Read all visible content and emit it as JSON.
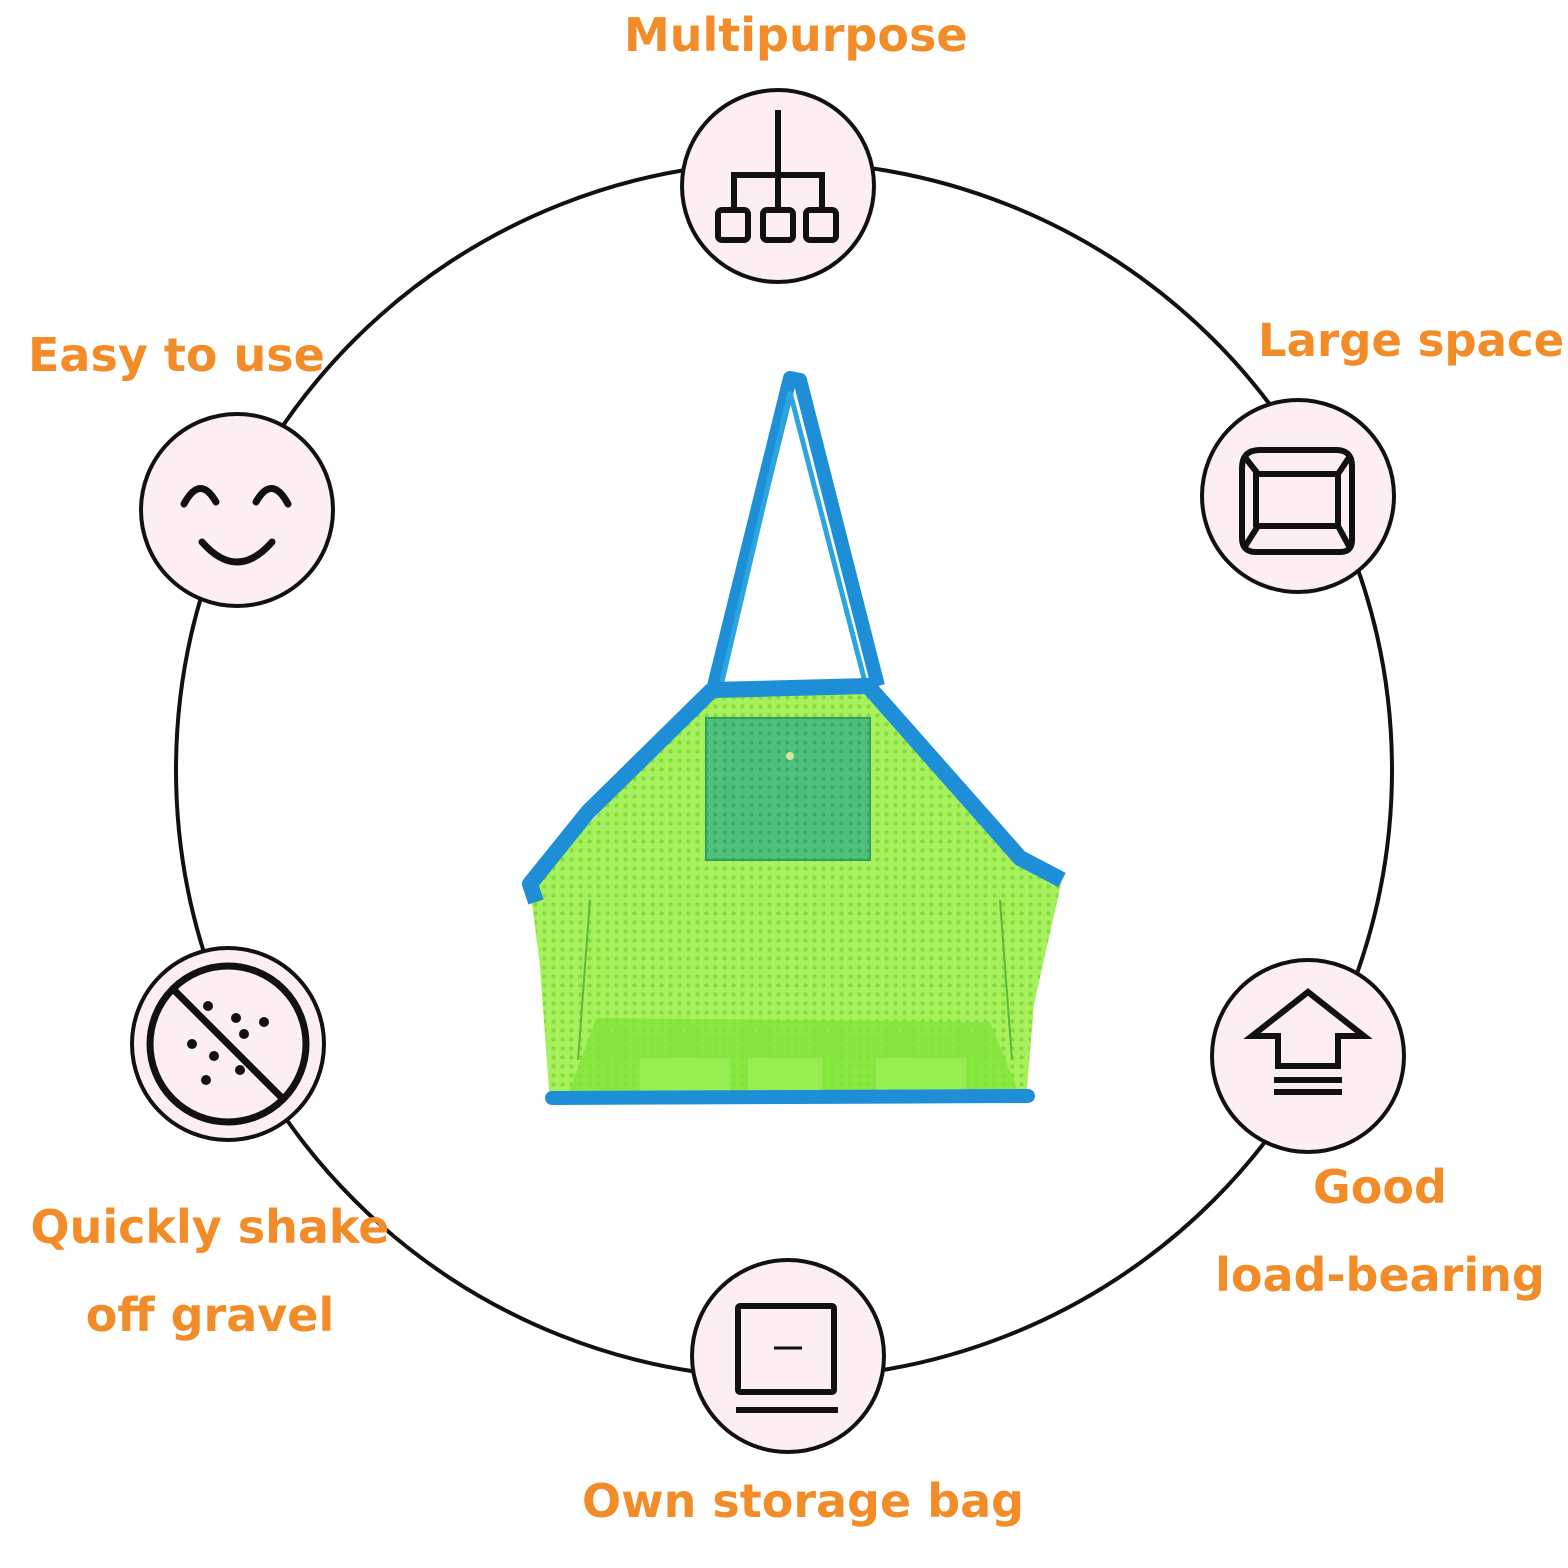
{
  "features": {
    "multipurpose": "Multipurpose",
    "easy_to_use": "Easy to use",
    "large_space": "Large space",
    "quickly_shake_line1": "Quickly shake",
    "quickly_shake_line2": "off gravel",
    "good_load_line1": "Good",
    "good_load_line2": "load-bearing",
    "own_storage_bag": "Own storage bag"
  },
  "icons": {
    "top": "hierarchy-icon",
    "upper_left": "smile-icon",
    "upper_right": "cube-icon",
    "lower_left": "no-gravel-icon",
    "lower_right": "load-arrow-icon",
    "bottom": "storage-box-icon"
  },
  "colors": {
    "label": "#F28C28",
    "icon_fill": "#FCEEF3",
    "outline": "#111111",
    "bag_mesh": "#8EE84A",
    "bag_trim": "#1E8FD6",
    "pocket": "#3FBF7A"
  }
}
